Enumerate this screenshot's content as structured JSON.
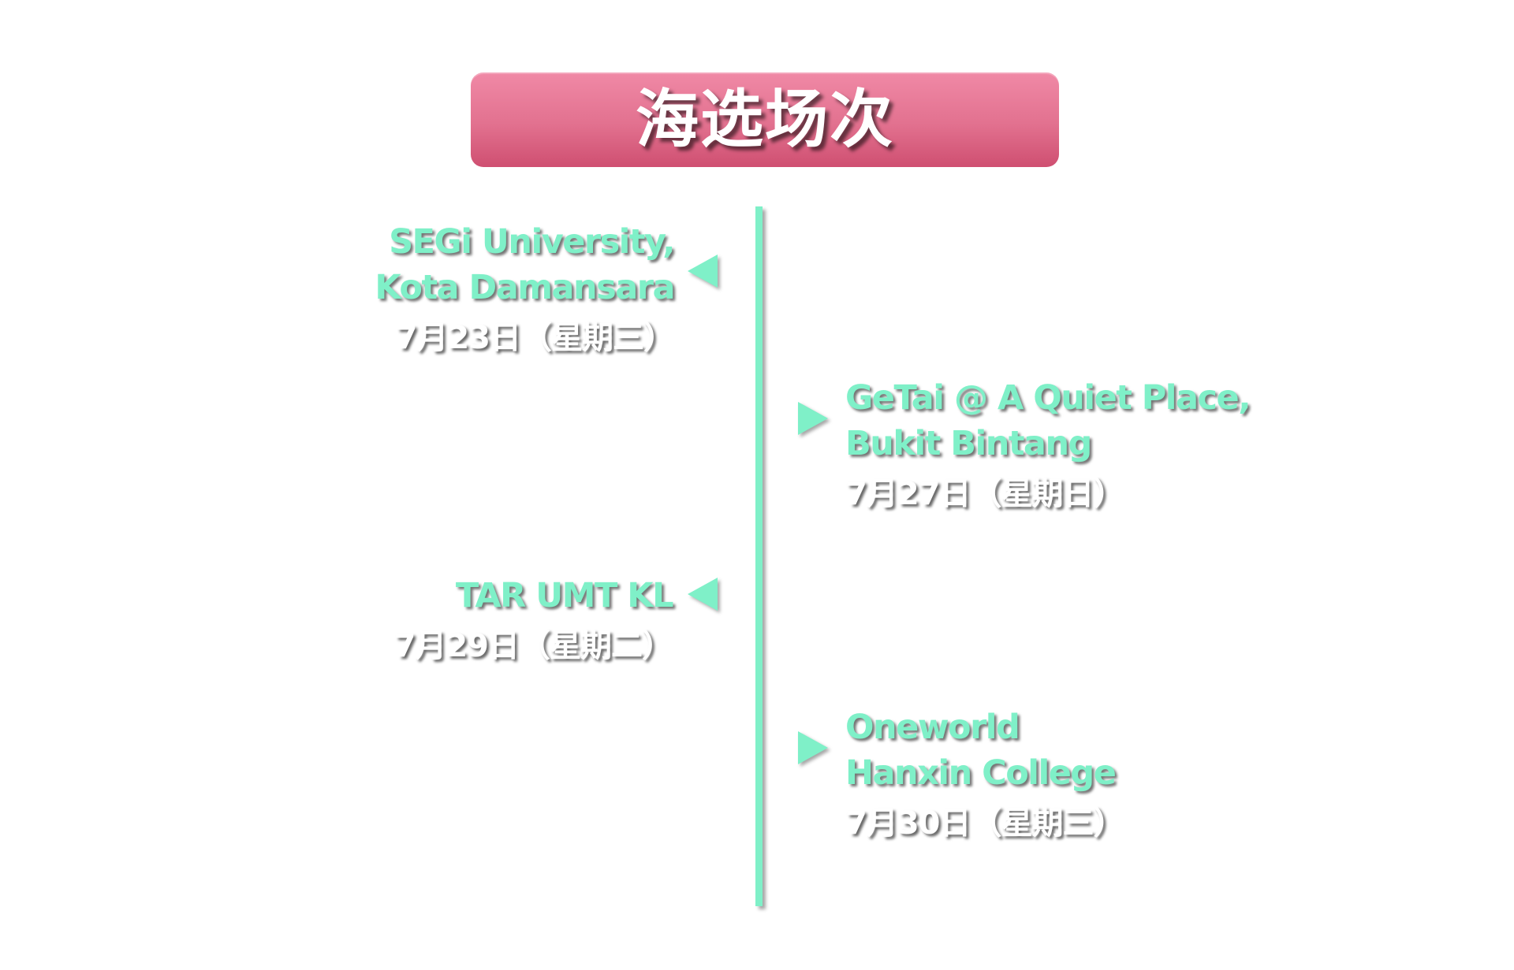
{
  "title": "海选场次",
  "colors": {
    "banner_top": "#f089a6",
    "banner_bottom": "#cf4f71",
    "accent": "#7ff0c8",
    "date_text": "#ffffff"
  },
  "events": [
    {
      "side": "left",
      "venue_line1": "SEGi University,",
      "venue_line2": "Kota Damansara",
      "date": "7月23日（星期三）",
      "arrow_icon": "triangle-left-icon"
    },
    {
      "side": "right",
      "venue_line1": "GeTai @ A Quiet Place,",
      "venue_line2": "Bukit Bintang",
      "date": "7月27日（星期日）",
      "arrow_icon": "triangle-right-icon"
    },
    {
      "side": "left",
      "venue_line1": "TAR UMT  KL",
      "date": "7月29日（星期二）",
      "arrow_icon": "triangle-left-icon"
    },
    {
      "side": "right",
      "venue_line1": "Oneworld",
      "venue_line2": "Hanxin College",
      "date": "7月30日（星期三）",
      "arrow_icon": "triangle-right-icon"
    }
  ]
}
